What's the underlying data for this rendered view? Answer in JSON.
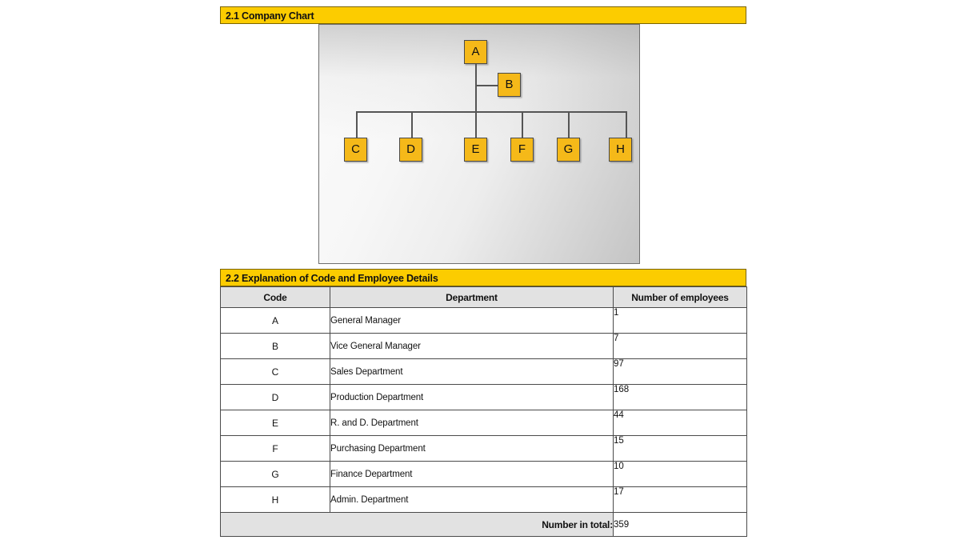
{
  "sections": {
    "chart_section_title": "2.1 Company Chart",
    "table_section_title": "2.2 Explanation of Code and Employee Details"
  },
  "org_chart": {
    "nodes": [
      {
        "id": "A",
        "label": "A"
      },
      {
        "id": "B",
        "label": "B"
      },
      {
        "id": "C",
        "label": "C"
      },
      {
        "id": "D",
        "label": "D"
      },
      {
        "id": "E",
        "label": "E"
      },
      {
        "id": "F",
        "label": "F"
      },
      {
        "id": "G",
        "label": "G"
      },
      {
        "id": "H",
        "label": "H"
      }
    ],
    "node_fill": "#F5B919",
    "node_border": "#4a4a4a",
    "connector_color": "#555555"
  },
  "table": {
    "headers": {
      "code": "Code",
      "department": "Department",
      "number": "Number of employees"
    },
    "rows": [
      {
        "code": "A",
        "department": "General Manager",
        "number": "1"
      },
      {
        "code": "B",
        "department": "Vice General Manager",
        "number": "7"
      },
      {
        "code": "C",
        "department": "Sales Department",
        "number": "97"
      },
      {
        "code": "D",
        "department": "Production Department",
        "number": "168"
      },
      {
        "code": "E",
        "department": "R. and D. Department",
        "number": "44"
      },
      {
        "code": "F",
        "department": "Purchasing Department",
        "number": "15"
      },
      {
        "code": "G",
        "department": "Finance Department",
        "number": "10"
      },
      {
        "code": "H",
        "department": "Admin. Department",
        "number": "17"
      }
    ],
    "total_label": "Number in total:",
    "total_value": "359"
  },
  "colors": {
    "header_yellow": "#FCCC00",
    "header_gray": "#e2e2e2",
    "border_dark": "#4a4a4a"
  },
  "chart_data": {
    "type": "table",
    "title": "2.2 Explanation of Code and Employee Details",
    "categories": [
      "A",
      "B",
      "C",
      "D",
      "E",
      "F",
      "G",
      "H"
    ],
    "labels": [
      "General Manager",
      "Vice General Manager",
      "Sales Department",
      "Production Department",
      "R. and D. Department",
      "Purchasing Department",
      "Finance Department",
      "Admin. Department"
    ],
    "values": [
      1,
      7,
      97,
      168,
      44,
      15,
      10,
      17
    ],
    "total": 359,
    "xlabel": "Code",
    "ylabel": "Number of employees"
  }
}
